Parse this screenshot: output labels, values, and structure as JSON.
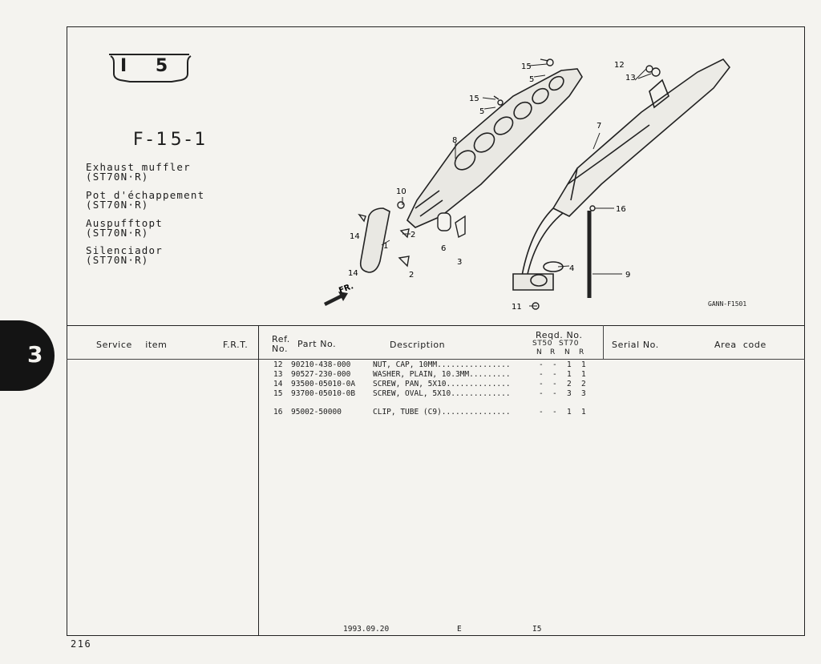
{
  "section": {
    "tab_number": "3"
  },
  "figure": {
    "badge": "I 5",
    "code": "F-15-1",
    "titles": [
      {
        "name": "Exhaust muffler",
        "model": "(ST70N·R)"
      },
      {
        "name": "Pot d'échappement",
        "model": "(ST70N·R)"
      },
      {
        "name": "Auspufftopt",
        "model": "(ST70N·R)"
      },
      {
        "name": "Silenciador",
        "model": "(ST70N·R)"
      }
    ],
    "diagram_code": "GANN-F1501",
    "front_label": "FR.",
    "callouts": [
      "15",
      "5",
      "15",
      "5",
      "8",
      "10",
      "14",
      "1",
      "2",
      "6",
      "3",
      "2",
      "14",
      "12",
      "13",
      "7",
      "16",
      "4",
      "9",
      "11"
    ]
  },
  "table": {
    "headers": {
      "service_item": "Service    item",
      "frt": "F.R.T.",
      "ref_no_line1": "Ref.",
      "ref_no_line2": "No.",
      "part_no": "Part No.",
      "description": "Description",
      "reqd_no": "Reqd. No.",
      "st50": "ST50",
      "st70": "ST70",
      "n1": "N",
      "r1": "R",
      "n2": "N",
      "r2": "R",
      "serial_no": "Serial No.",
      "area_code": "Area  code"
    },
    "rows": [
      {
        "ref": "12",
        "part_no": "90210-438-000",
        "description": "NUT, CAP, 10MM................",
        "qty": [
          "-",
          "-",
          "1",
          "1"
        ]
      },
      {
        "ref": "13",
        "part_no": "90527-230-000",
        "description": "WASHER, PLAIN, 10.3MM.........",
        "qty": [
          "-",
          "-",
          "1",
          "1"
        ]
      },
      {
        "ref": "14",
        "part_no": "93500-05010-0A",
        "description": "SCREW, PAN, 5X10..............",
        "qty": [
          "-",
          "-",
          "2",
          "2"
        ]
      },
      {
        "ref": "15",
        "part_no": "93700-05010-0B",
        "description": "SCREW, OVAL, 5X10.............",
        "qty": [
          "-",
          "-",
          "3",
          "3"
        ]
      },
      {
        "ref": "16",
        "part_no": "95002-50000",
        "description": "CLIP, TUBE (C9)...............",
        "qty": [
          "-",
          "-",
          "1",
          "1"
        ]
      }
    ]
  },
  "footer": {
    "date": "1993.09.20",
    "e": "E",
    "i5": "I5",
    "page": "216"
  }
}
